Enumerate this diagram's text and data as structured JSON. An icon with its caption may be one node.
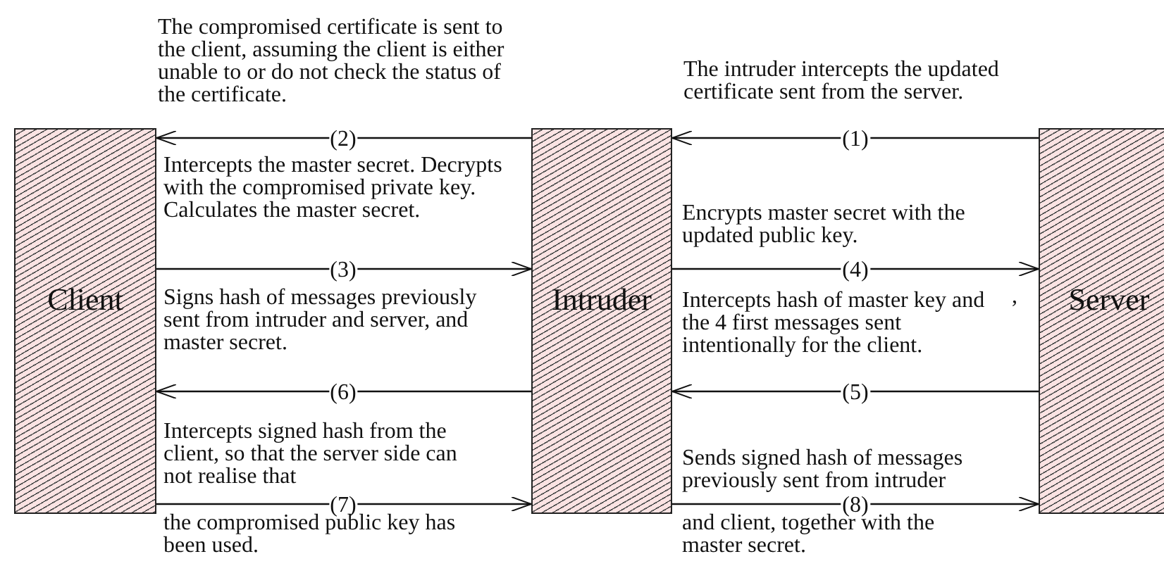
{
  "diagram": {
    "nodes": [
      {
        "text": [
          "Client"
        ]
      },
      {
        "text": [
          "Intruder"
        ]
      },
      {
        "text": [
          "Server"
        ]
      }
    ],
    "edges": [
      {
        "from": 2,
        "to": 1,
        "arrow": "to",
        "label": "(1)"
      },
      {
        "from": 1,
        "to": 0,
        "arrow": "to",
        "label": "(2)"
      },
      {
        "from": 0,
        "to": 1,
        "arrow": "to",
        "label": "(3)"
      },
      {
        "from": 1,
        "to": 2,
        "arrow": "to",
        "label": "(4)"
      },
      {
        "from": 2,
        "to": 1,
        "arrow": "to",
        "label": "(5)"
      },
      {
        "from": 1,
        "to": 0,
        "arrow": "to",
        "label": "(6)"
      },
      {
        "from": 0,
        "to": 1,
        "arrow": "to",
        "label": "(7)"
      },
      {
        "from": 1,
        "to": 2,
        "arrow": "to",
        "label": "(8)"
      }
    ],
    "labels": [
      "The compromised certificate is sent to the client, assuming the client is either unable to or do not check the status of the certificate.",
      "The intruder intercepts the updated certificate sent from the server.",
      "Intercepts the master secret. Decrypts with the compromised private key. Calculates the master secret.",
      "Encrypts master secret with the updated public key.",
      "Signs hash of messages previously sent from intruder and server, and master secret.",
      ",",
      "Intercepts hash of master key and the 4 first messages sent intentionally for the client.",
      "Intercepts signed hash from the client, so that the server side can not realise that",
      "Sends signed hash of messages previously sent from intruder",
      "the compromised public key has been used.",
      "and client, together with the master secret."
    ]
  }
}
